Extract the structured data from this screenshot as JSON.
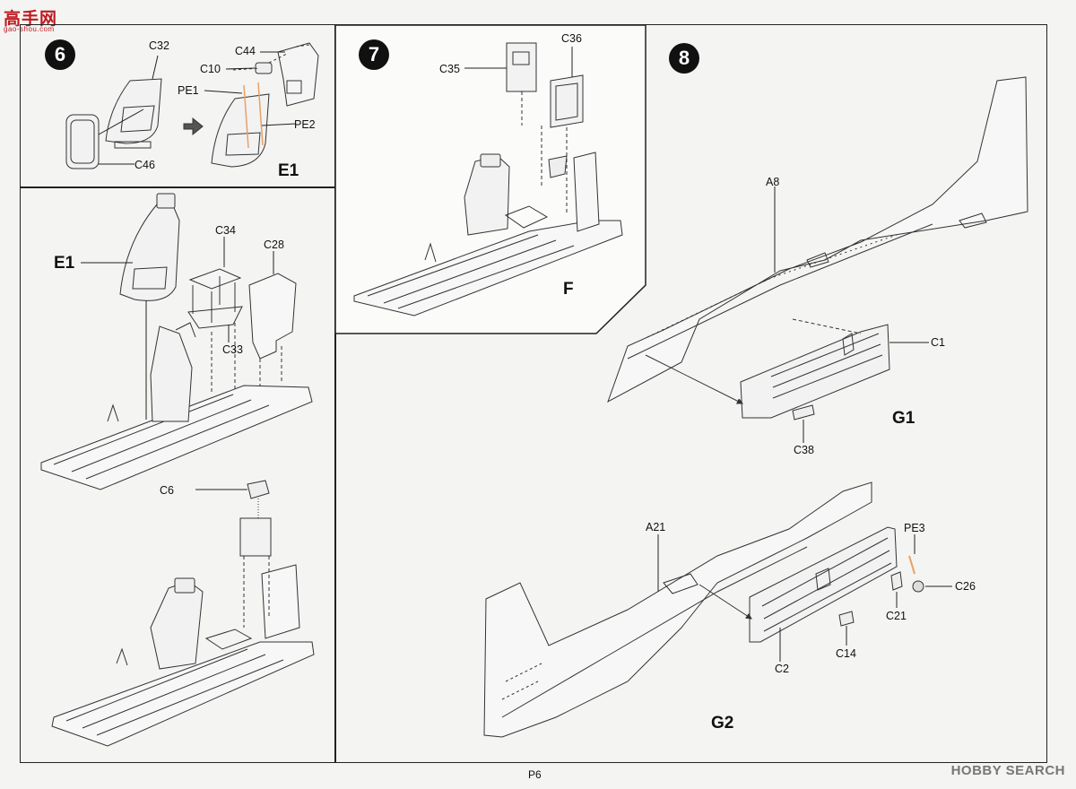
{
  "watermark": {
    "site_logo": "高手网",
    "site_url": "gao-shou.com"
  },
  "steps": {
    "s6": {
      "number": "6",
      "labels": {
        "c32": "C32",
        "c44": "C44",
        "c10": "C10",
        "pe1": "PE1",
        "pe2": "PE2",
        "c46": "C46"
      },
      "subassembly": "E1"
    },
    "s7": {
      "number": "7",
      "labels": {
        "c35": "C35",
        "c36": "C36"
      },
      "subassembly": "F"
    },
    "s8": {
      "number": "8",
      "labels": {
        "a8": "A8",
        "c1": "C1",
        "c38": "C38",
        "a21": "A21",
        "pe3": "PE3",
        "c26": "C26",
        "c21": "C21",
        "c14": "C14",
        "c2": "C2"
      },
      "subassembly_g1": "G1",
      "subassembly_g2": "G2"
    },
    "cockpit": {
      "e1_ref": "E1",
      "labels": {
        "c34": "C34",
        "c28": "C28",
        "c33": "C33",
        "c6": "C6"
      }
    }
  },
  "footer": {
    "page": "P6",
    "source_logo": "HOBBY SEARCH"
  }
}
